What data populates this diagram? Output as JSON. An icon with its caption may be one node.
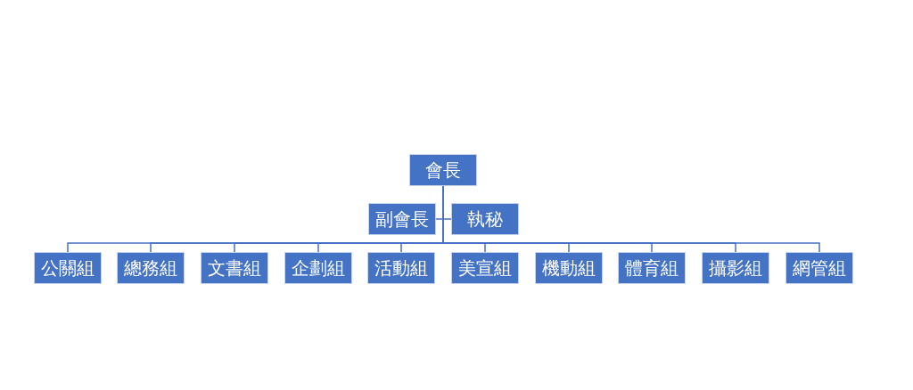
{
  "diagram": {
    "nodes": [
      {
        "text": [
          "會長"
        ]
      },
      {
        "text": [
          "副會長"
        ]
      },
      {
        "text": [
          "執秘"
        ]
      },
      {
        "text": [
          "公關組"
        ]
      },
      {
        "text": [
          "總務組"
        ]
      },
      {
        "text": [
          "文書組"
        ]
      },
      {
        "text": [
          "企劃組"
        ]
      },
      {
        "text": [
          "活動組"
        ]
      },
      {
        "text": [
          "美宣組"
        ]
      },
      {
        "text": [
          "機動組"
        ]
      },
      {
        "text": [
          "體育組"
        ]
      },
      {
        "text": [
          "攝影組"
        ]
      },
      {
        "text": [
          "網管組"
        ]
      }
    ],
    "edges": [
      {
        "from": 0,
        "to": 1,
        "arrow": "none"
      },
      {
        "from": 0,
        "to": 2,
        "arrow": "none"
      },
      {
        "from": 0,
        "to": 3,
        "arrow": "none"
      },
      {
        "from": 0,
        "to": 4,
        "arrow": "none"
      },
      {
        "from": 0,
        "to": 5,
        "arrow": "none"
      },
      {
        "from": 0,
        "to": 6,
        "arrow": "none"
      },
      {
        "from": 0,
        "to": 7,
        "arrow": "none"
      },
      {
        "from": 0,
        "to": 8,
        "arrow": "none"
      },
      {
        "from": 0,
        "to": 9,
        "arrow": "none"
      },
      {
        "from": 0,
        "to": 10,
        "arrow": "none"
      },
      {
        "from": 0,
        "to": 11,
        "arrow": "none"
      },
      {
        "from": 0,
        "to": 12,
        "arrow": "none"
      }
    ]
  }
}
